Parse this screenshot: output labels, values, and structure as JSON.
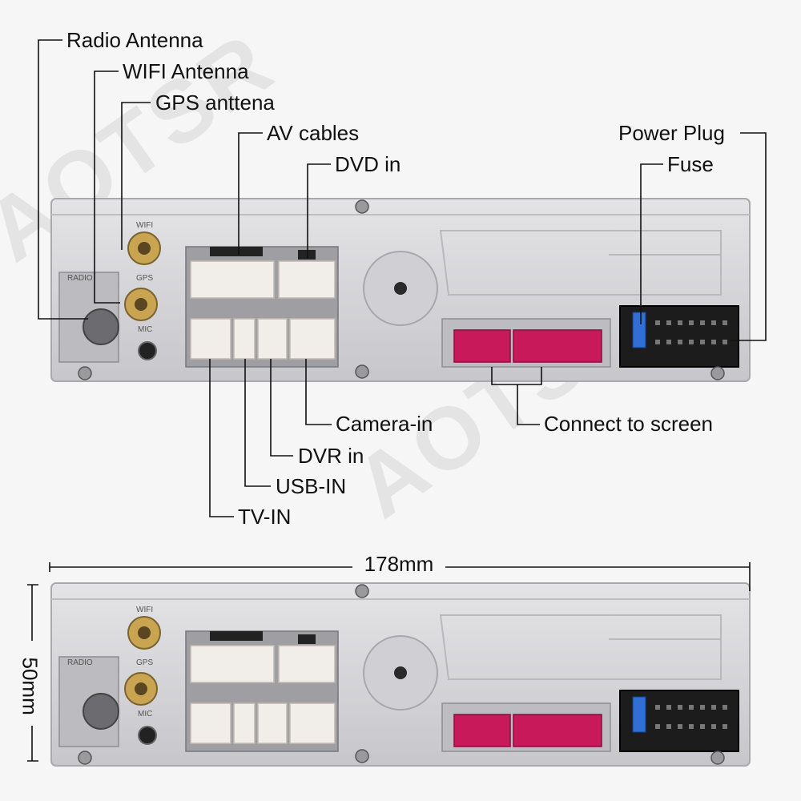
{
  "watermark": "AOTSR",
  "labels": {
    "radio_antenna": "Radio Antenna",
    "wifi_antenna": "WIFI Antenna",
    "gps_antenna": "GPS anttena",
    "av_cables": "AV cables",
    "dvd_in": "DVD in",
    "power_plug": "Power Plug",
    "fuse": "Fuse",
    "camera_in": "Camera-in",
    "dvr_in": "DVR in",
    "usb_in": "USB-IN",
    "tv_in": "TV-IN",
    "connect_to_screen": "Connect to screen"
  },
  "panel_text": {
    "wifi": "WIFI",
    "gps": "GPS",
    "radio": "RADIO",
    "mic": "MIC"
  },
  "dimensions": {
    "width": "178mm",
    "height": "50mm"
  },
  "colors": {
    "panel": "#d7d7da",
    "panel_edge": "#a9a9ae",
    "white_connector": "#f1eeea",
    "pink_connector": "#c8195a",
    "black_connector": "#1c1c1c",
    "fuse": "#2f6fd6",
    "antenna": "#c9a451"
  }
}
